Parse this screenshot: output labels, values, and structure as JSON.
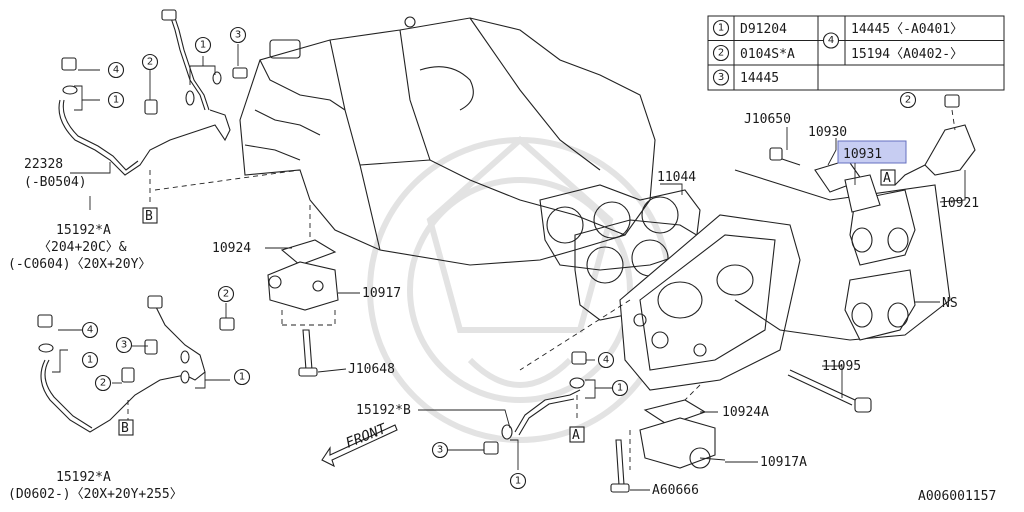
{
  "legend_table": {
    "rows": [
      {
        "key": "1",
        "value": "D91204"
      },
      {
        "key": "2",
        "value": "0104S*A"
      },
      {
        "key": "3",
        "value": "14445"
      }
    ],
    "group_key": "4",
    "group_rows": [
      "14445〈-A0401〉",
      "15194〈A0402-〉"
    ]
  },
  "labels": {
    "hose_22328": "22328",
    "hose_22328_note": "(-B0504)",
    "upper_15192a": "15192*A",
    "upper_note_1": "〈204+20C〉&",
    "upper_note_2": "(-C0604)〈20X+20Y〉",
    "lower_15192a": "15192*A",
    "lower_note": "(D0602-)〈20X+20Y+255〉",
    "p10924": "10924",
    "p10917": "10917",
    "pJ10648": "J10648",
    "p11044": "11044",
    "pJ10650": "J10650",
    "p10930": "10930",
    "p10931": "10931",
    "p10921": "10921",
    "pNS": "NS",
    "p11095": "11095",
    "p15192b": "15192*B",
    "p10924a": "10924A",
    "p10917a": "10917A",
    "pA60666": "A60666",
    "front": "FRONT",
    "ref_a": "A",
    "ref_b": "B",
    "diagram_code": "A006001157"
  },
  "callouts": {
    "one": "1",
    "two": "2",
    "three": "3",
    "four": "4"
  },
  "colors": {
    "highlight": "#c7cdf2",
    "line": "#222222",
    "watermark": "#e3e3e3"
  }
}
